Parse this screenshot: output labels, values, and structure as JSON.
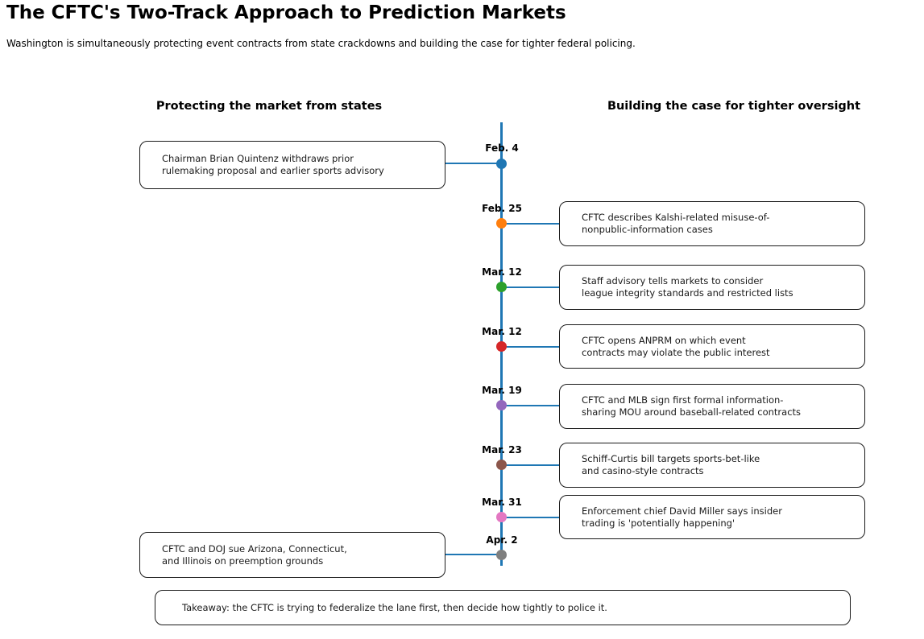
{
  "title": "The CFTC's Two-Track Approach to Prediction Markets",
  "subtitle": "Washington is simultaneously protecting event contracts from state crackdowns and building the case for tighter federal policing.",
  "columns": {
    "left_header": "Protecting the market from states",
    "right_header": "Building the case for tighter oversight"
  },
  "timeline_color": "#1f77b4",
  "events": [
    {
      "date": "Feb. 4",
      "side": "left",
      "color": "#1f77b4",
      "text": "Chairman Brian Quintenz withdraws prior\nrulemaking proposal and earlier sports advisory"
    },
    {
      "date": "Feb. 25",
      "side": "right",
      "color": "#ff7f0e",
      "text": "CFTC describes Kalshi-related misuse-of-\nnonpublic-information cases"
    },
    {
      "date": "Mar. 12",
      "side": "right",
      "color": "#2ca02c",
      "text": "Staff advisory tells markets to consider\nleague integrity standards and restricted lists"
    },
    {
      "date": "Mar. 12",
      "side": "right",
      "color": "#d62728",
      "text": "CFTC opens ANPRM on which event\ncontracts may violate the public interest"
    },
    {
      "date": "Mar. 19",
      "side": "right",
      "color": "#9467bd",
      "text": "CFTC and MLB sign first formal information-\nsharing MOU around baseball-related contracts"
    },
    {
      "date": "Mar. 23",
      "side": "right",
      "color": "#8c564b",
      "text": "Schiff-Curtis bill targets sports-bet-like\nand casino-style contracts"
    },
    {
      "date": "Mar. 31",
      "side": "right",
      "color": "#e377c2",
      "text": "Enforcement chief David Miller says insider\ntrading is 'potentially happening'"
    },
    {
      "date": "Apr. 2",
      "side": "left",
      "color": "#7f7f7f",
      "text": "CFTC and DOJ sue Arizona, Connecticut,\nand Illinois on preemption grounds"
    }
  ],
  "takeaway": "Takeaway: the CFTC is trying to federalize the lane first, then decide how tightly to police it."
}
